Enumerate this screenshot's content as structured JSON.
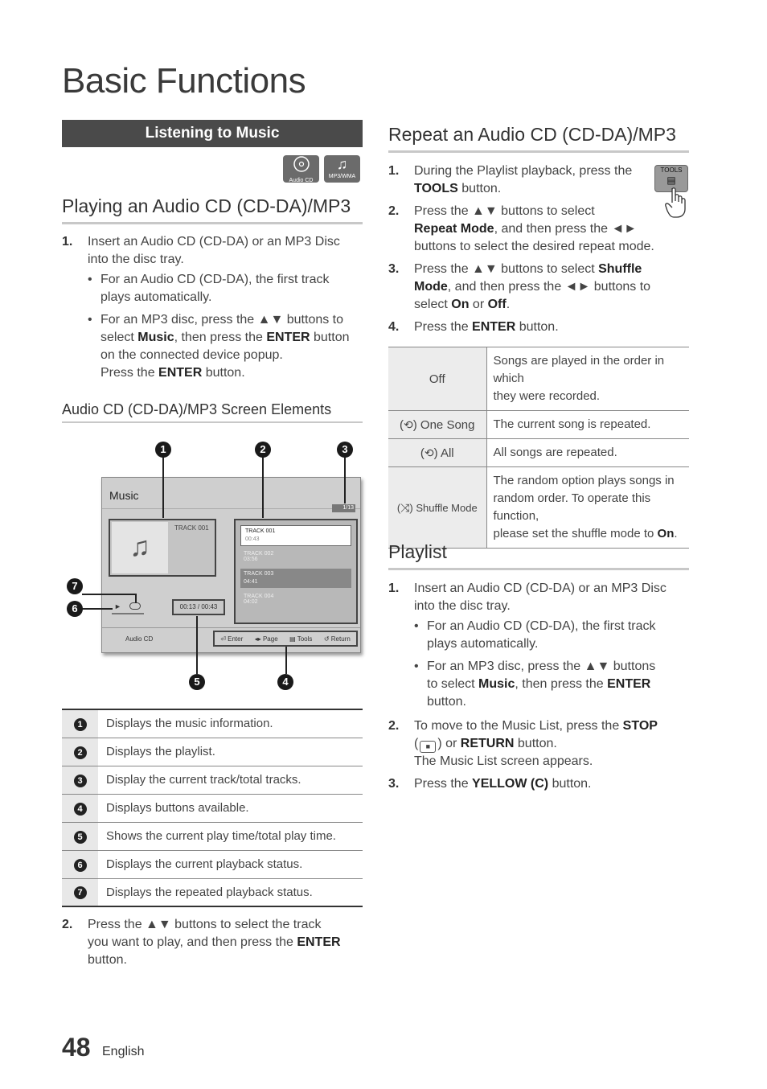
{
  "page": {
    "title": "Basic Functions",
    "number": "48",
    "language": "English"
  },
  "left": {
    "bar": "Listening to Music",
    "disc_icons": [
      {
        "label": "Audio CD",
        "icon": "cd-icon"
      },
      {
        "label": "MP3/WMA",
        "icon": "music-note-icon"
      }
    ],
    "heading": "Playing an Audio CD (CD-DA)/MP3",
    "step1_num": "1.",
    "step1_a": "Insert an Audio CD (CD-DA) or an MP3 Disc",
    "step1_b": "into the disc tray.",
    "bullet1_a": "For an Audio CD (CD-DA), the first track",
    "bullet1_b": "plays automatically.",
    "bullet2_a1": "For an MP3 disc, press the ▲▼ buttons to",
    "bullet2_b1": "select ",
    "bullet2_b2": "Music",
    "bullet2_b3": ", then press the ",
    "bullet2_b4": "ENTER",
    "bullet2_b5": " button",
    "bullet2_c": "on the connected device popup.",
    "bullet2_d1": "Press the ",
    "bullet2_d2": "ENTER",
    "bullet2_d3": " button.",
    "subheading": "Audio CD (CD-DA)/MP3 Screen Elements",
    "screen": {
      "title": "Music",
      "counter": "1/13",
      "now_track": "TRACK 001",
      "time": "00:13 / 00:43",
      "source": "Audio CD",
      "playlist": [
        {
          "name": "TRACK 001",
          "time": "00:43"
        },
        {
          "name": "TRACK 002",
          "time": "03:56"
        },
        {
          "name": "TRACK 003",
          "time": "04:41"
        },
        {
          "name": "TRACK 004",
          "time": "04:02"
        }
      ],
      "buttons": [
        "Enter",
        "Page",
        "Tools",
        "Return"
      ]
    },
    "callouts": [
      "1",
      "2",
      "3",
      "4",
      "5",
      "6",
      "7"
    ],
    "elements": [
      {
        "n": "1",
        "desc": "Displays the music information."
      },
      {
        "n": "2",
        "desc": "Displays the playlist."
      },
      {
        "n": "3",
        "desc": "Display the current track/total tracks."
      },
      {
        "n": "4",
        "desc": "Displays buttons available."
      },
      {
        "n": "5",
        "desc": "Shows the current play time/total play time."
      },
      {
        "n": "6",
        "desc": "Displays the current playback status."
      },
      {
        "n": "7",
        "desc": "Displays the repeated playback status."
      }
    ],
    "step2_num": "2.",
    "step2_a": "Press the ▲▼ buttons to select the track",
    "step2_b1": "you want to play, and then press the ",
    "step2_b2": "ENTER",
    "step2_c": "button."
  },
  "right": {
    "heading": "Repeat an Audio CD (CD-DA)/MP3",
    "tools_label": "TOOLS",
    "s1_num": "1.",
    "s1_a": "During the Playlist playback, press the",
    "s1_b1": "TOOLS",
    "s1_b2": " button.",
    "s2_num": "2.",
    "s2_a": "Press the ▲▼ buttons to select",
    "s2_b1": "Repeat Mode",
    "s2_b2": ", and then press the ◄►",
    "s2_c": "buttons to select the desired repeat mode.",
    "s3_num": "3.",
    "s3_a1": "Press the ▲▼ buttons to select ",
    "s3_a2": "Shuffle",
    "s3_b1": "Mode",
    "s3_b2": ", and then press the ◄► buttons to",
    "s3_c1": "select ",
    "s3_c2": "On",
    "s3_c3": " or ",
    "s3_c4": "Off",
    "s3_c5": ".",
    "s4_num": "4.",
    "s4_a1": "Press the ",
    "s4_a2": "ENTER",
    "s4_a3": " button.",
    "modes": [
      {
        "key": "Off",
        "icon": "",
        "v1": "Songs are played in the order in which",
        "v2": "they were recorded.",
        "v3": ""
      },
      {
        "key": "One Song",
        "icon": "repeat-one-icon",
        "v1": "The current song is repeated.",
        "v2": "",
        "v3": ""
      },
      {
        "key": "All",
        "icon": "repeat-all-icon",
        "v1": "All songs are repeated.",
        "v2": "",
        "v3": ""
      },
      {
        "key": "Shuffle Mode",
        "icon": "shuffle-icon",
        "v1": "The random option plays songs in",
        "v2": "random order. To operate this function,",
        "v3": "please set the shuffle mode to "
      }
    ],
    "shuffle_on": "On",
    "shuffle_end": ".",
    "playlist_heading": "Playlist",
    "p1_num": "1.",
    "p1_a": "Insert an Audio CD (CD-DA) or an MP3 Disc",
    "p1_b": "into the disc tray.",
    "pb1_a": "For an Audio CD (CD-DA), the first track",
    "pb1_b": "plays automatically.",
    "pb2_a": "For an MP3 disc, press the ▲▼ buttons",
    "pb2_b1": "to select ",
    "pb2_b2": "Music",
    "pb2_b3": ", then press the ",
    "pb2_b4": "ENTER",
    "pb2_c": "button.",
    "p2_num": "2.",
    "p2_a1": "To move to the Music List, press the ",
    "p2_a2": "STOP",
    "p2_b1": "(",
    "p2_b2": ") or ",
    "p2_b3": "RETURN",
    "p2_b4": " button.",
    "p2_c": "The Music List screen appears.",
    "p3_num": "3.",
    "p3_a1": "Press the ",
    "p3_a2": "YELLOW (C)",
    "p3_a3": " button."
  }
}
